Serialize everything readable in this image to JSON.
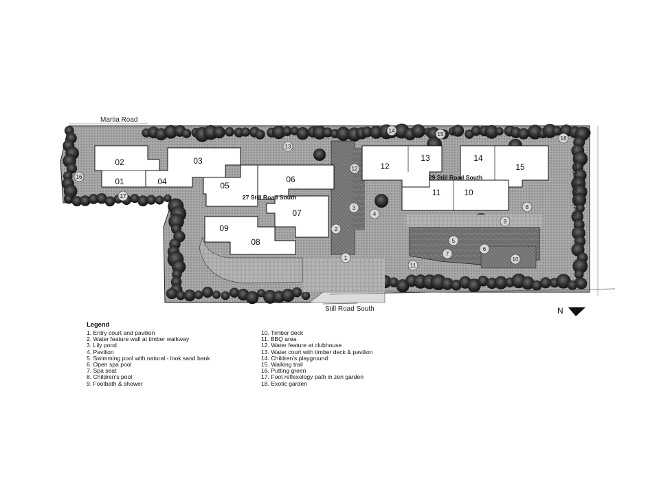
{
  "roads": {
    "martia": "Martia Road",
    "still_south": "Still Road South",
    "marine_parade": "Marine Parade Road"
  },
  "addresses": {
    "addr_27": "27 Still Road South",
    "addr_29": "29 Still Road South"
  },
  "units": [
    "01",
    "02",
    "03",
    "04",
    "05",
    "06",
    "07",
    "08",
    "09",
    "10",
    "11",
    "12",
    "13",
    "14",
    "15"
  ],
  "features": [
    "1",
    "2",
    "3",
    "4",
    "5",
    "6",
    "7",
    "8",
    "9",
    "10",
    "11",
    "12",
    "13",
    "14",
    "15",
    "16",
    "17",
    "18"
  ],
  "north": "N",
  "legend": {
    "title": "Legend",
    "items_left": [
      "1. Entry court and pavilion",
      "2. Water feature wall at timber walkway",
      "3. Lily pond",
      "4. Pavilion",
      "5. Swimming pool with natural - look sand bank",
      "6. Open spa pool",
      "7. Spa seat",
      "8. Children's pool",
      "9. Footbath & shower"
    ],
    "items_right": [
      "10. Timber deck",
      "11. BBQ area",
      "12. Water feature at clubhouse",
      "13. Water court with timber deck & pavilion",
      "14. Children's playground",
      "15. Walking trail",
      "16. Putting green",
      "17. Foot reflexology path in zen garden",
      "18. Exotic garden"
    ]
  },
  "colors": {
    "ink": "#111111",
    "foliage": "#2a2a2a",
    "paving": "#9a9a9a",
    "water": "#6f6f6f"
  }
}
